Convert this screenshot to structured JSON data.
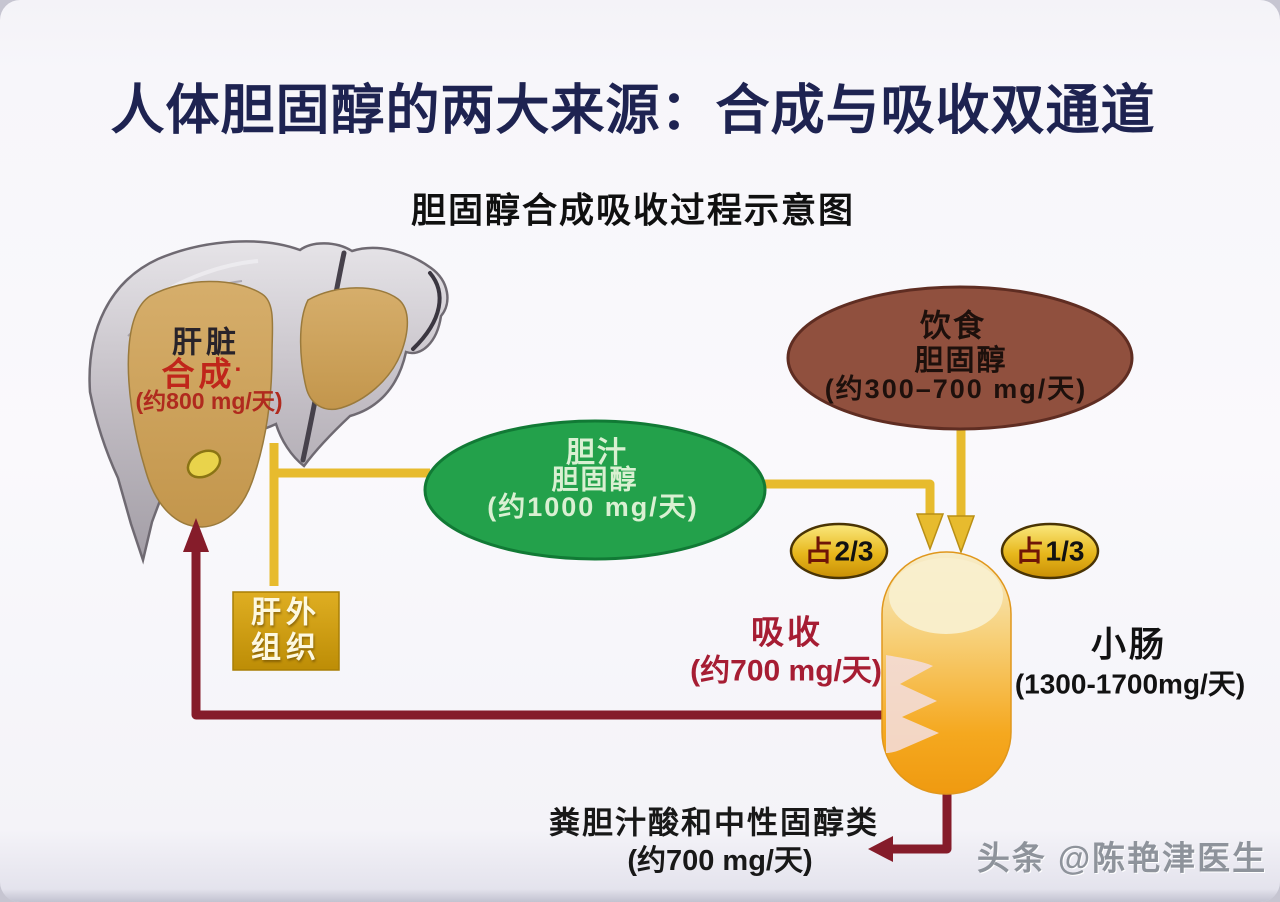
{
  "page": {
    "title": "人体胆固醇的两大来源：合成与吸收双通道",
    "subtitle": "胆固醇合成吸收过程示意图",
    "watermark": "头条 @陈艳津医生"
  },
  "liver": {
    "name": "肝脏",
    "process": "合成",
    "note": "▪",
    "amount": "(约800 mg/天)"
  },
  "bile": {
    "line1": "胆汁",
    "line2": "胆固醇",
    "amount": "(约1000 mg/天)"
  },
  "diet": {
    "line1": "饮食",
    "line2": "胆固醇",
    "amount": "(约300–700 mg/天)"
  },
  "extrahepatic": {
    "line1": "肝外",
    "line2": "组织"
  },
  "badges": {
    "bile_share": {
      "prefix": "占",
      "value": "2/3"
    },
    "diet_share": {
      "prefix": "占",
      "value": "1/3"
    }
  },
  "absorption": {
    "label": "吸收",
    "amount": "(约700 mg/天)"
  },
  "intestine": {
    "label": "小肠",
    "amount": "(1300-1700mg/天)"
  },
  "excretion": {
    "label": "粪胆汁酸和中性固醇类",
    "amount": "(约700 mg/天)"
  },
  "colors": {
    "title_navy": "#1e2351",
    "synthesis_red": "#c0261b",
    "bile_green": "#23a14b",
    "diet_brown": "#90503e",
    "connector_yellow": "#e7bb2e",
    "recycle_maroon": "#851c2a",
    "badge_gold": "#e7b71c",
    "absorption_red": "#a61d33",
    "extrahepatic_gold": "#cf9e13",
    "liver_tan": "#cda55e",
    "intestine_orange": "#f5a81f"
  }
}
